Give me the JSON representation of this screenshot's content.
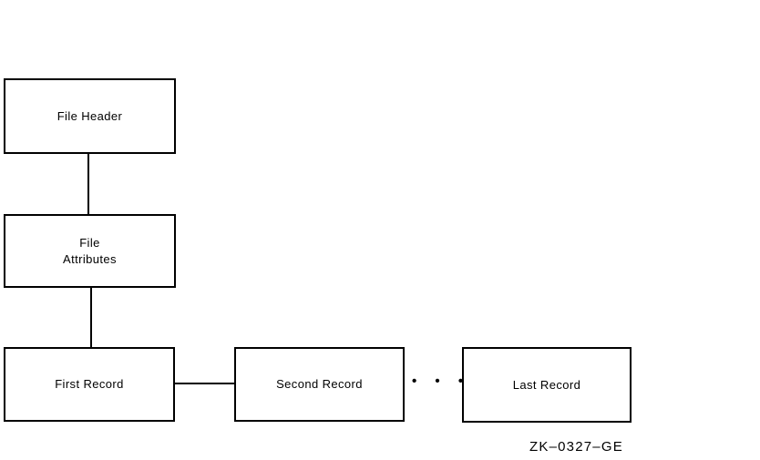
{
  "figure": {
    "boxes": [
      {
        "id": "file-header",
        "label": "File Header"
      },
      {
        "id": "file-attributes",
        "label": "File\nAttributes"
      },
      {
        "id": "first-record",
        "label": "First Record"
      },
      {
        "id": "second-record",
        "label": "Second Record"
      },
      {
        "id": "last-record",
        "label": "Last Record"
      }
    ],
    "ellipsis": "• • •",
    "caption": "ZK–0327–GE",
    "colors": {
      "background": "#ffffff",
      "line": "#000000",
      "text": "#000000"
    }
  }
}
